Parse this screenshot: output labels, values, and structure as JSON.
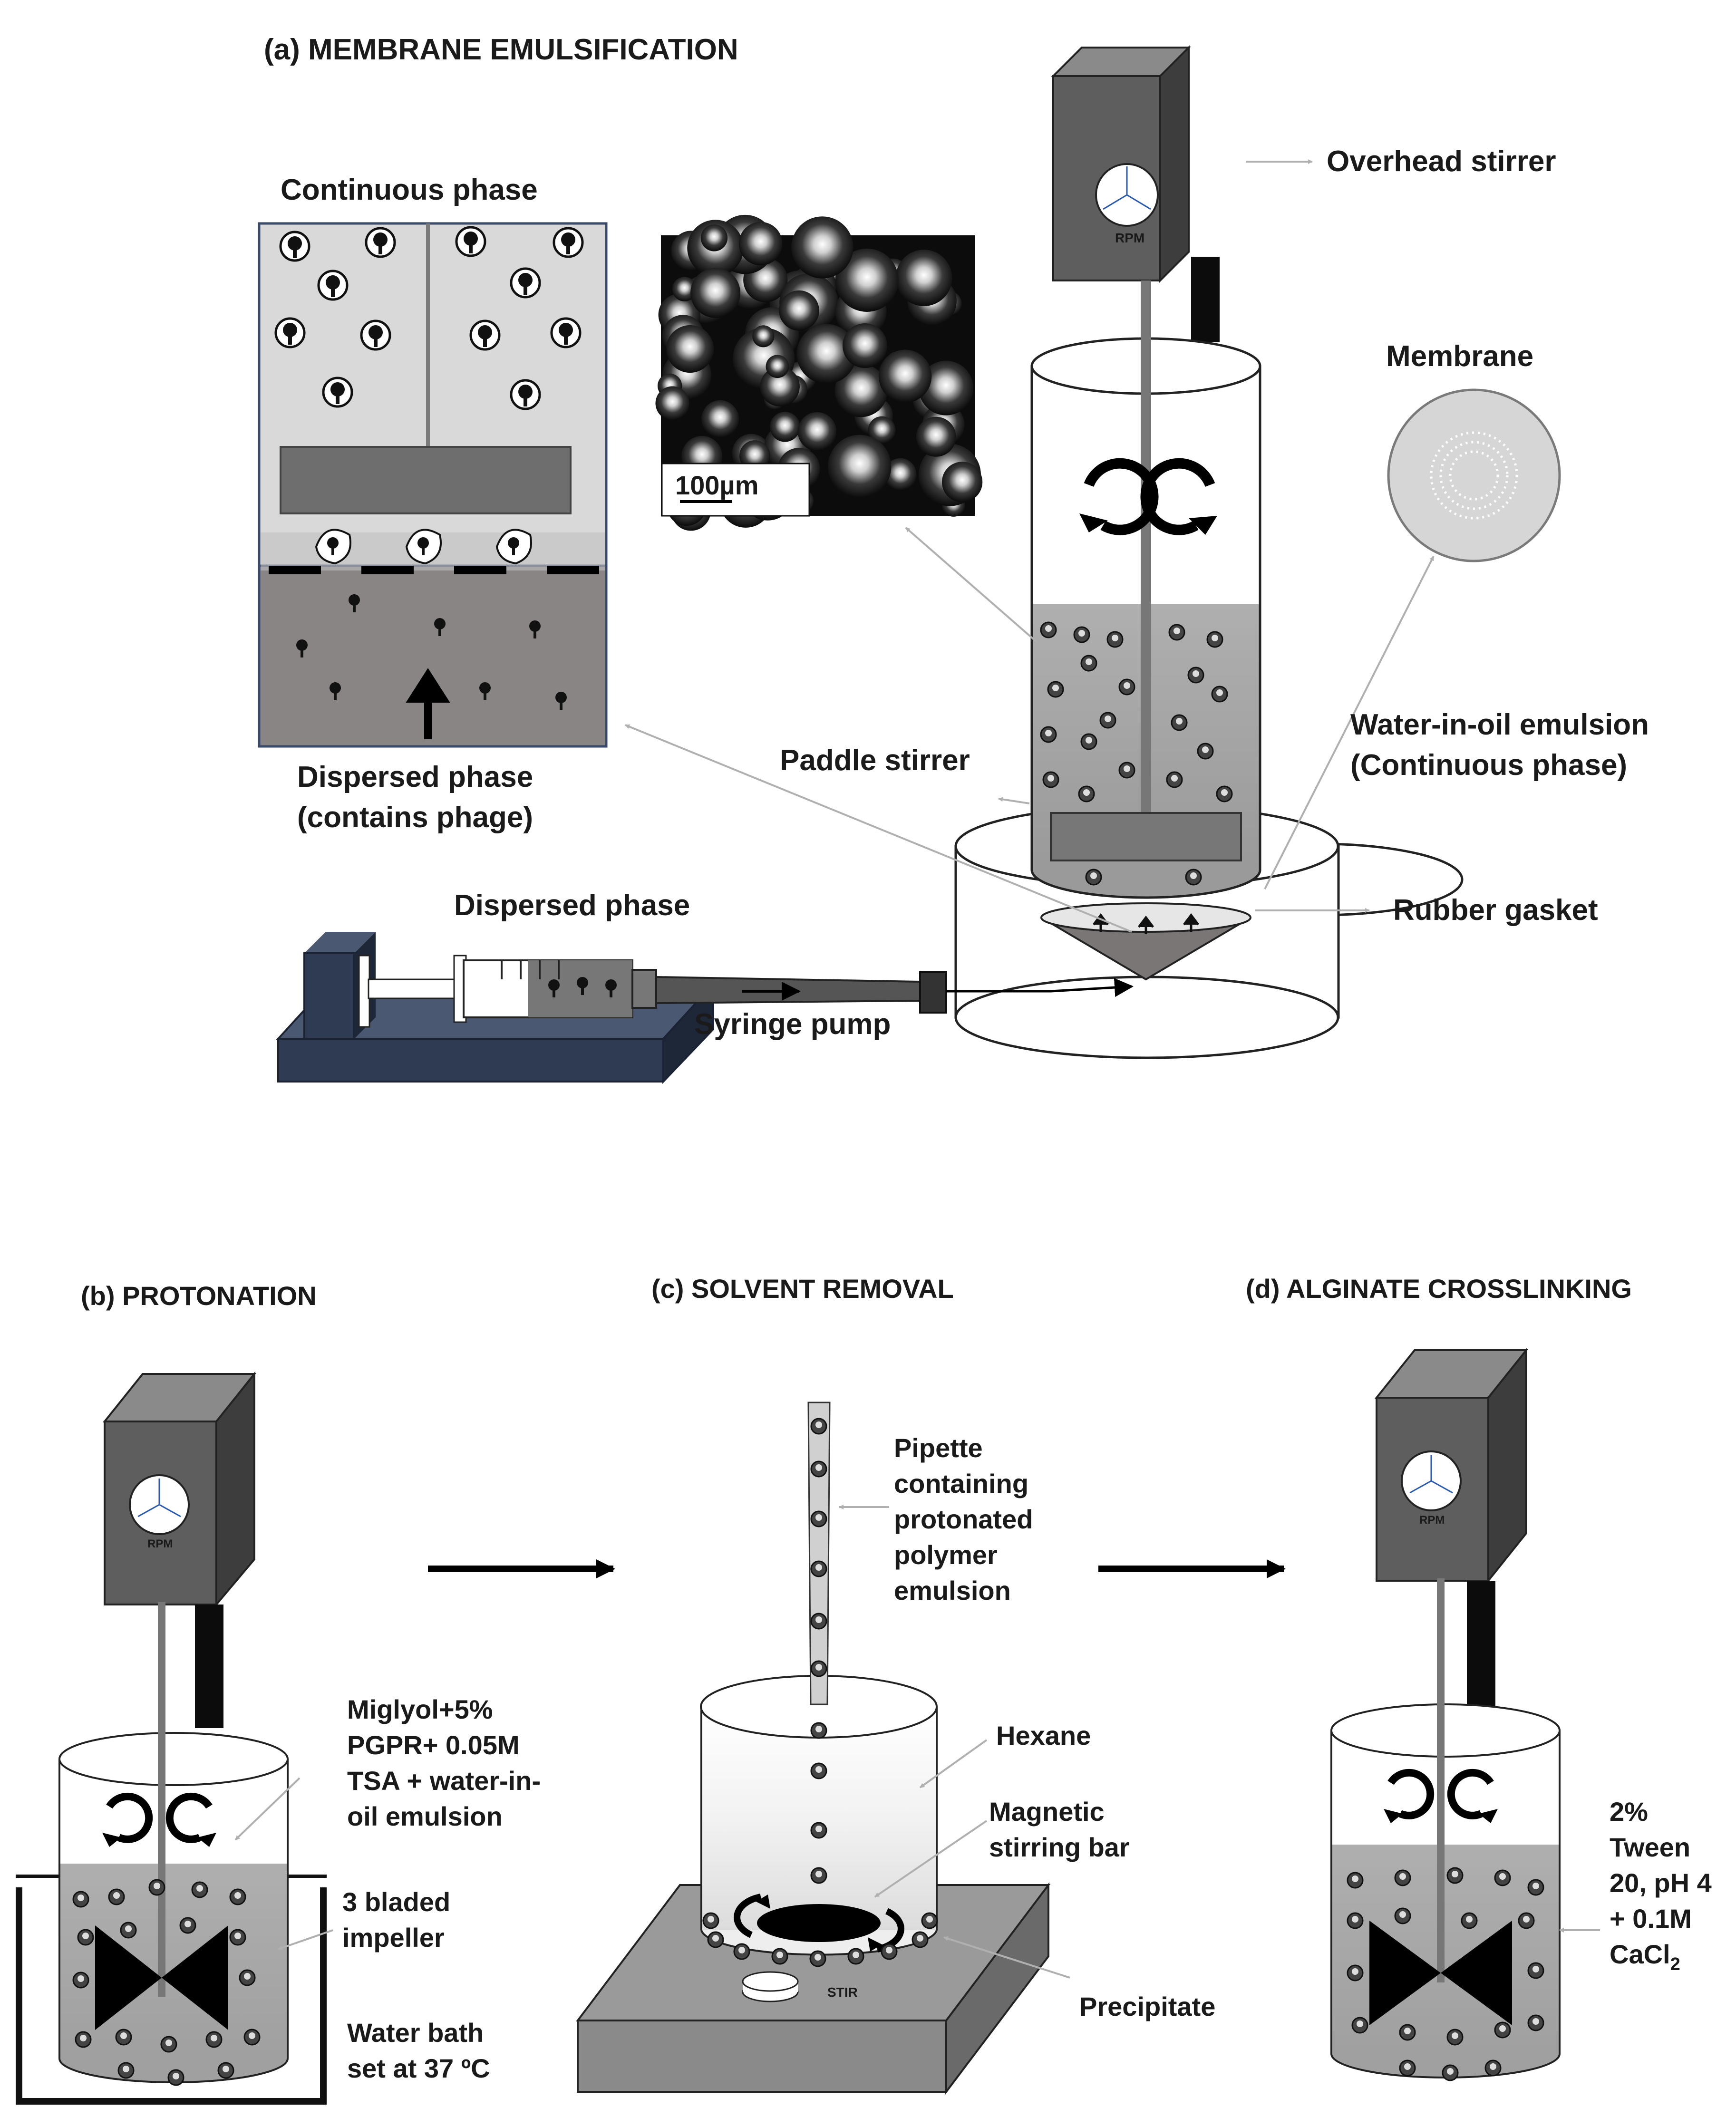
{
  "panels": {
    "a_title": "(a) MEMBRANE EMULSIFICATION",
    "b_title": "(b) PROTONATION",
    "c_title": "(c) SOLVENT REMOVAL",
    "d_title": "(d) ALGINATE CROSSLINKING"
  },
  "panel_a": {
    "continuous_phase": "Continuous phase",
    "dispersed_phase_l1": "Dispersed phase",
    "dispersed_phase_l2": "(contains phage)",
    "scale_bar": "100µm",
    "overhead_stirrer": "Overhead stirrer",
    "membrane": "Membrane",
    "emulsion_l1": "Water-in-oil emulsion",
    "emulsion_l2": "(Continuous phase)",
    "paddle_stirrer": "Paddle stirrer",
    "dispersed_phase_top": "Dispersed phase",
    "rubber_gasket": "Rubber gasket",
    "syringe_pump": "Syringe pump",
    "dial_label": "RPM"
  },
  "panel_b": {
    "medium_l1": "Miglyol+5%",
    "medium_l2": "PGPR+ 0.05M",
    "medium_l3": "TSA + water-in-",
    "medium_l4": "oil emulsion",
    "impeller_l1": "3 bladed",
    "impeller_l2": "impeller",
    "bath_l1": "Water bath",
    "bath_l2": "set at 37 ºC"
  },
  "panel_c": {
    "pipette_l1": "Pipette",
    "pipette_l2": "containing",
    "pipette_l3": "protonated",
    "pipette_l4": "polymer",
    "pipette_l5": "emulsion",
    "hexane": "Hexane",
    "stir_bar_l1": "Magnetic",
    "stir_bar_l2": "stirring bar",
    "precipitate": "Precipitate",
    "stir_button": "STIR"
  },
  "panel_d": {
    "medium_l1": "2%",
    "medium_l2": "Tween",
    "medium_l3": "20, pH 4",
    "medium_l4": "+ 0.1M",
    "medium_l5": "CaCl",
    "medium_sub": "2"
  },
  "colors": {
    "dark_grey": "#5a5a5a",
    "mid_grey": "#8a8a8a",
    "light_grey": "#d9d9d9",
    "navy": "#2e3b52",
    "line": "#1a1a1a"
  }
}
